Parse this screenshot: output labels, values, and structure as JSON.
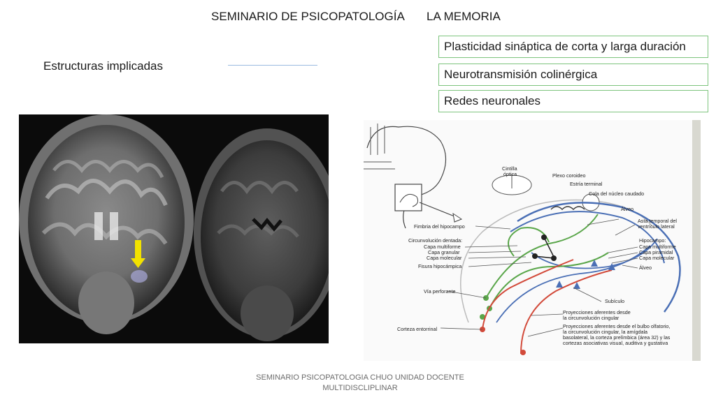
{
  "header": {
    "title_left": "SEMINARIO DE PSICOPATOLOGÍA",
    "title_right": "LA MEMORIA"
  },
  "subtitle": "Estructuras implicadas",
  "boxes": [
    "Plasticidad sináptica de corta y larga duración",
    "Neurotransmisión colinérgica",
    "Redes neuronales"
  ],
  "diagram": {
    "labels": {
      "cintilla": "Cintilla",
      "optica": "óptica",
      "plexo": "Plexo coroideo",
      "estria": "Estría terminal",
      "cola": "Cola del núcleo caudado",
      "alveo_top": "Álveo",
      "fimbria": "Fimbria del hipocampo",
      "asta1": "Asta temporal del",
      "asta2": "ventrículo lateral",
      "circ": "Circunvolución dentada:",
      "capa_multi_l": "Capa multiforme",
      "capa_gran": "Capa granular",
      "capa_mol_l": "Capa molecular",
      "fisura": "Fisura hipocámpica",
      "hipocampo": "Hipocampo:",
      "capa_multi_r": "Capa multiforme",
      "capa_pir": "Capa piramidal",
      "capa_mol_r": "Capa molecular",
      "alveo_r": "Álveo",
      "via": "Vía perforante",
      "subiculo": "Subículo",
      "proy1a": "Proyecciones aferentes desde",
      "proy1b": "la circunvolución cingular",
      "proy2a": "Proyecciones aferentes desde el bulbo olfatorio,",
      "proy2b": "la circunvolución cingular, la amígdala",
      "proy2c": "basolateral, la corteza prelímbica (área 32) y las",
      "proy2d": "cortezas asociativas visual, auditiva y gustativa",
      "corteza": "Corteza entorrinal"
    }
  },
  "footer": {
    "line1": "SEMINARIO PSICOPATOLOGIA CHUO UNIDAD DOCENTE",
    "line2": "MULTIDISCLIPLINAR"
  },
  "colors": {
    "box_border": "#7dc47d",
    "arrow_yellow": "#f2e200",
    "green_path": "#5aa64a",
    "red_path": "#d24a3a",
    "blue_path": "#4a6fb5"
  }
}
